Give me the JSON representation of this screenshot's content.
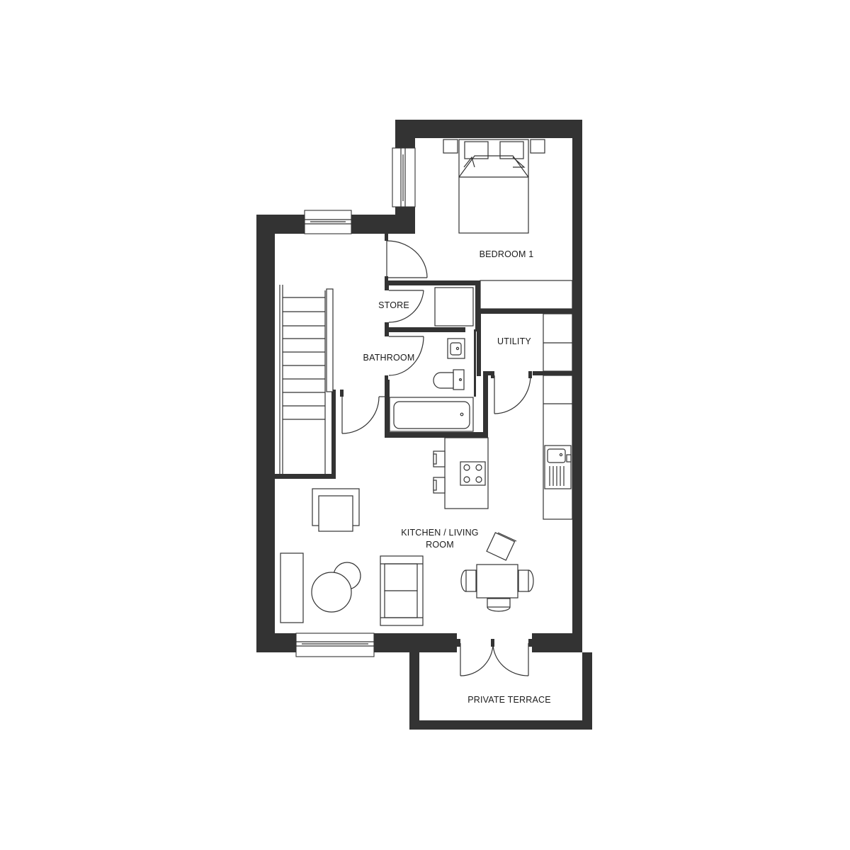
{
  "rooms": {
    "bedroom_1": "BEDROOM 1",
    "store": "STORE",
    "bathroom": "BATHROOM",
    "utility": "UTILITY",
    "kitchen_living_line1": "KITCHEN / LIVING",
    "kitchen_living_line2": "ROOM",
    "private_terrace": "PRIVATE TERRACE"
  },
  "colors": {
    "wall": "#333333",
    "line": "#333333",
    "background": "#ffffff"
  }
}
